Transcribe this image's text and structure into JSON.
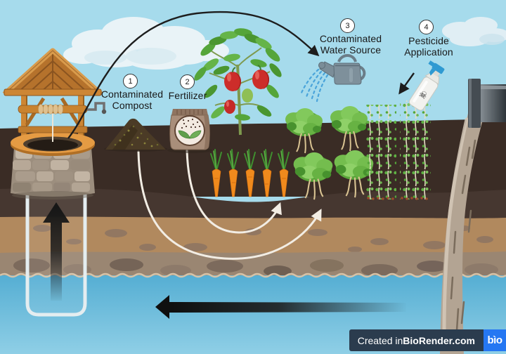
{
  "diagram": {
    "steps": [
      {
        "number": "1",
        "label": "Contaminated Compost"
      },
      {
        "number": "2",
        "label": "Fertilizer"
      },
      {
        "number": "3",
        "label": "Contaminated Water Source"
      },
      {
        "number": "4",
        "label": "Pesticide Application"
      }
    ]
  },
  "credit": {
    "prefix": "Created in ",
    "brand": "BioRender.com",
    "logo_text": "bìo"
  },
  "icons": {
    "skull_crossbones_glyph": "☠"
  },
  "colors": {
    "sky": "#a6dbec",
    "topsoil": "#3a2c25",
    "subsoil": "#463730",
    "sand_layer": "#b1895e",
    "gravel_layer": "#9a8672",
    "groundwater_top": "#55aed3",
    "groundwater_bottom": "#8fcfe6",
    "credit_bar": "#2b3c4e",
    "logo_blue": "#2577f2",
    "arrow_black": "#1d1d1d",
    "arrow_white": "#f2ede4",
    "droplet_blue": "#4aa4da"
  }
}
